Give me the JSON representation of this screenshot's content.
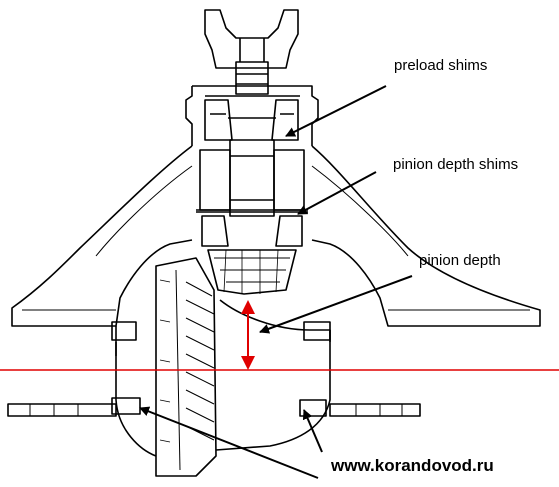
{
  "labels": {
    "preload_shims": "preload shims",
    "pinion_depth_shims": "pinion depth shims",
    "pinion_depth": "pinion depth",
    "watermark": "www.korandovod.ru"
  },
  "colors": {
    "line": "#000000",
    "centerline": "#e00000",
    "measure_arrow": "#e00000",
    "background": "#ffffff"
  }
}
